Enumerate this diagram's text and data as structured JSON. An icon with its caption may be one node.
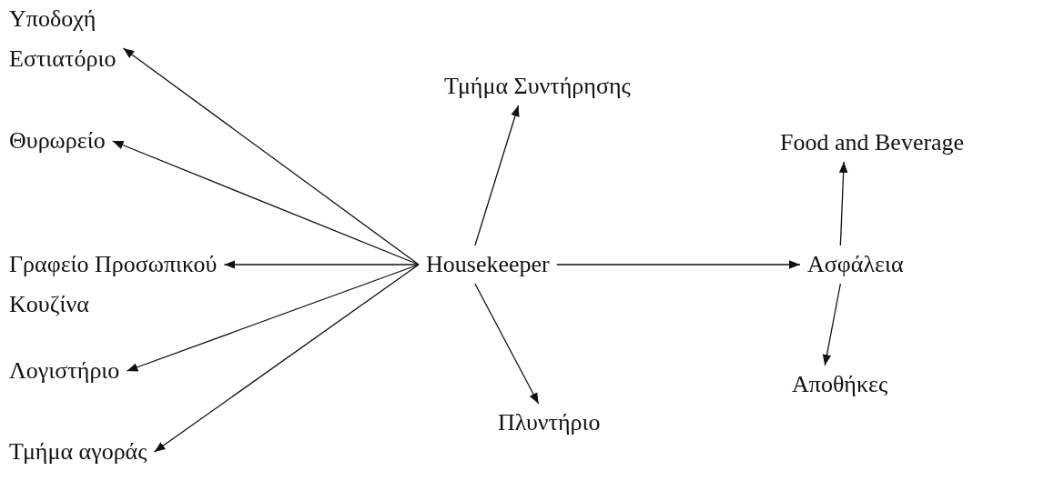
{
  "diagram": {
    "nodes": [
      {
        "text": [
          "Εστιατόριο"
        ]
      },
      {
        "text": [
          "Θυρωρείο"
        ]
      },
      {
        "text": [
          "Γραφείο Προσωπικού"
        ]
      },
      {
        "text": [
          "Λογιστήριο"
        ]
      },
      {
        "text": [
          "Τμήμα αγοράς"
        ]
      },
      {
        "text": [
          "Τμήμα Συντήρησης"
        ]
      },
      {
        "text": [
          "Housekeeper"
        ]
      },
      {
        "text": [
          "Πλυντήριο"
        ]
      },
      {
        "text": [
          "Ασφάλεια"
        ]
      },
      {
        "text": [
          "Food and Beverage"
        ]
      },
      {
        "text": [
          "Αποθήκες"
        ]
      }
    ],
    "edges": [
      {
        "from": 6,
        "to": 0,
        "arrow": "to"
      },
      {
        "from": 6,
        "to": 1,
        "arrow": "to"
      },
      {
        "from": 6,
        "to": 2,
        "arrow": "to"
      },
      {
        "from": 6,
        "to": 3,
        "arrow": "to"
      },
      {
        "from": 6,
        "to": 4,
        "arrow": "to"
      },
      {
        "from": 6,
        "to": 5,
        "arrow": "to"
      },
      {
        "from": 6,
        "to": 7,
        "arrow": "to"
      },
      {
        "from": 6,
        "to": 8,
        "arrow": "to"
      },
      {
        "from": 8,
        "to": 9,
        "arrow": "to"
      },
      {
        "from": 8,
        "to": 10,
        "arrow": "to"
      }
    ],
    "labels": [
      "Υποδοχή",
      "Κουζίνα"
    ]
  }
}
